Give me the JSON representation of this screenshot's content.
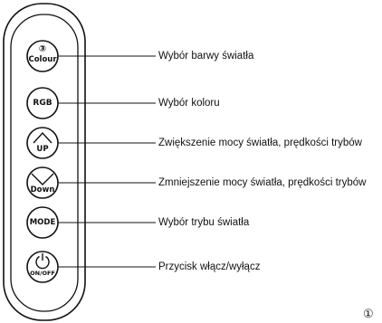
{
  "buttons": [
    {
      "top": "③",
      "bottom": "Colour"
    },
    {
      "text": "RGB"
    },
    {
      "icon": "chevron-up-icon",
      "text": "UP"
    },
    {
      "icon": "chevron-down-icon",
      "text": "Down"
    },
    {
      "text": "MODE"
    },
    {
      "icon": "power-icon",
      "text": "ON/OFF"
    }
  ],
  "labels": [
    "Wybór barwy światła",
    "Wybór koloru",
    "Zwiększenie mocy światła, prędkości trybów",
    "Zmniejszenie mocy światła, prędkości trybów",
    "Wybór trybu światła",
    "Przycisk włącz/wyłącz"
  ],
  "corner_mark": "①"
}
